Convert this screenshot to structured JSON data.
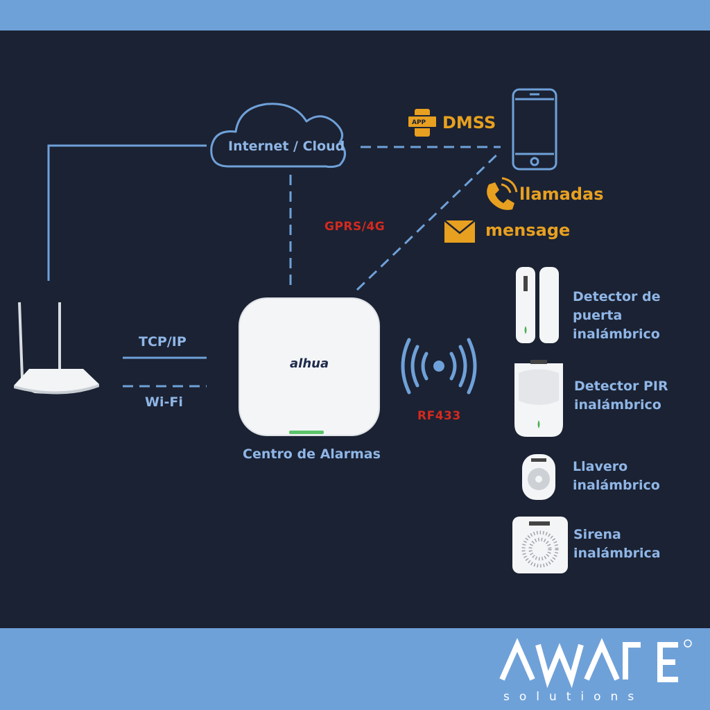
{
  "network": {
    "cloud_label": "Internet / Cloud",
    "app_badge": "APP",
    "app_name": "DMSS",
    "calls_label": "llamadas",
    "message_label": "mensage",
    "gprs_label": "GPRS/4G",
    "tcpip_label": "TCP/IP",
    "wifi_label": "Wi-Fi",
    "rf_label": "RF433",
    "panel_label": "Centro de Alarmas",
    "panel_brand": "alhua"
  },
  "devices": [
    {
      "name": "Detector de puerta inalámbrico",
      "icon": "door-contact-sensor-icon"
    },
    {
      "name": "Detector PIR inalámbrico",
      "icon": "pir-detector-icon"
    },
    {
      "name": "Llavero inalámbrico",
      "icon": "key-fob-icon"
    },
    {
      "name": "Sirena inalámbrica",
      "icon": "wireless-siren-icon"
    }
  ],
  "brand": {
    "name": "AWARE",
    "registered": "®",
    "tagline": "solutions"
  },
  "colors": {
    "background": "#1b2233",
    "band": "#6fa1d9",
    "line": "#6fa1d9",
    "text_blue": "#8fb6e6",
    "accent_orange": "#e8a020",
    "accent_red": "#d42a1f"
  }
}
